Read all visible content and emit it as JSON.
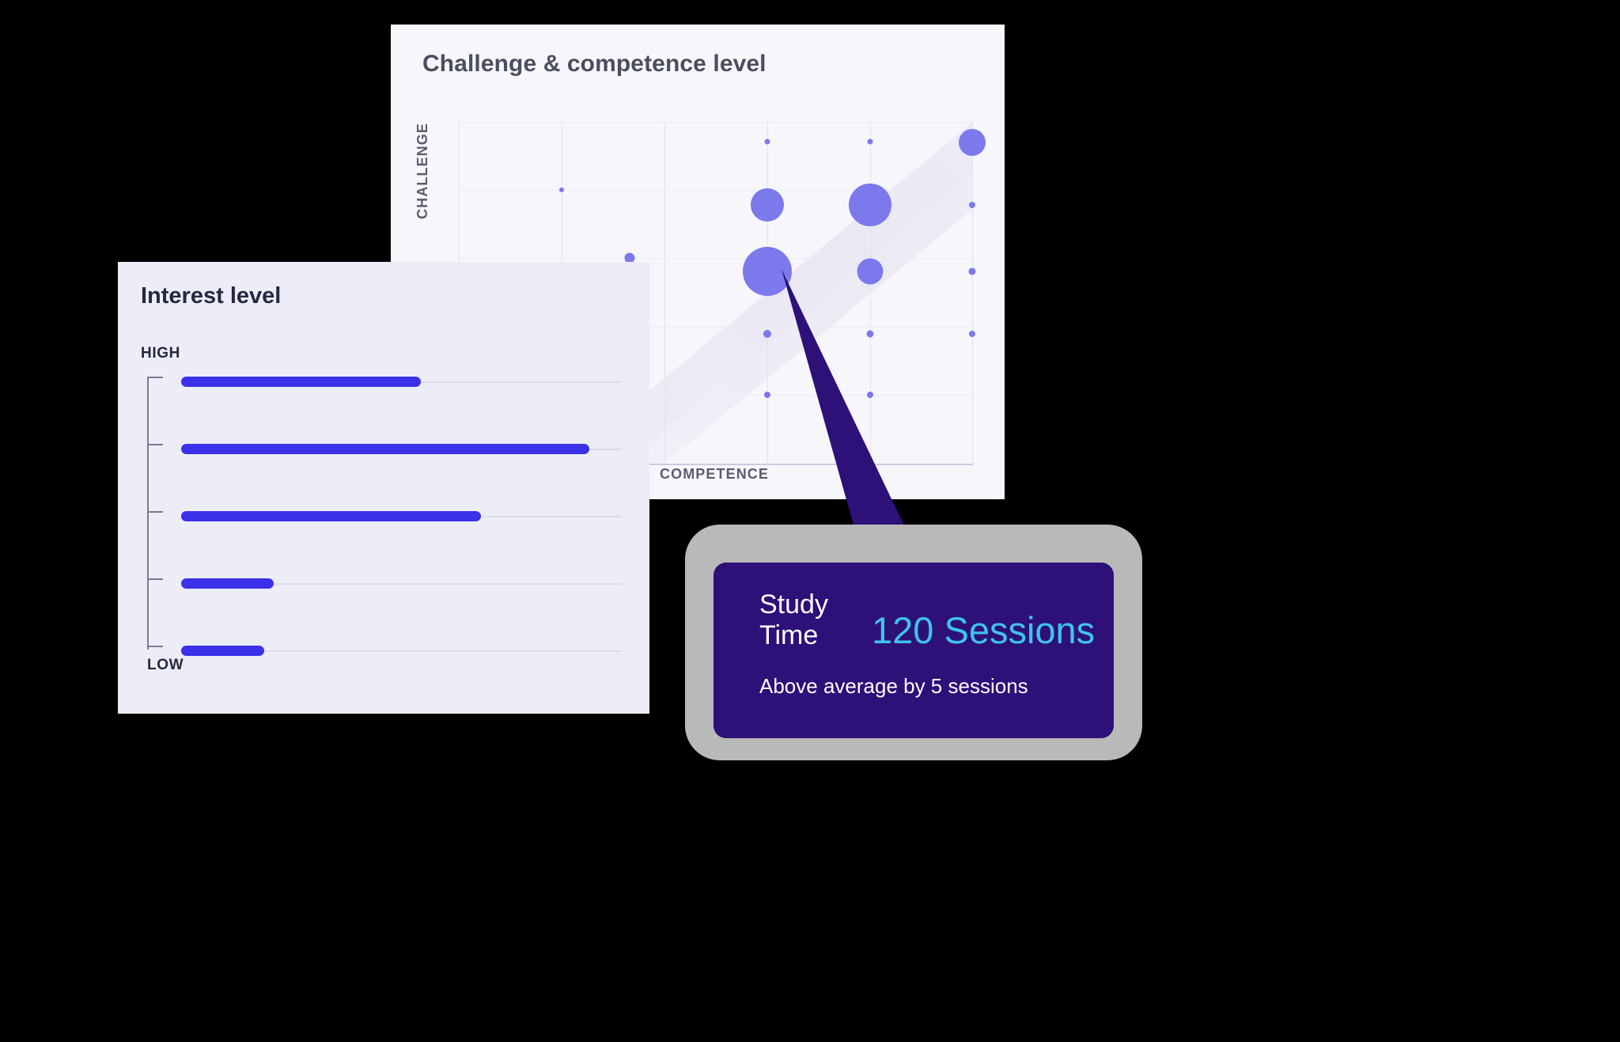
{
  "colors": {
    "bubble_fill": "#7b79ec",
    "bar_fill": "#3b31e8",
    "tooltip_bg": "#2d1078",
    "tooltip_accent": "#3fc3ee",
    "card_bg_bubble": "#f6f6fb",
    "card_bg_interest": "#ededf7",
    "pointer_fill": "#2d1078"
  },
  "bubble_card": {
    "title": "Challenge & competence level",
    "y_axis_label": "CHALLENGE",
    "y_axis_label_visible": "NGE",
    "x_axis_label": "COMPETENCE"
  },
  "interest_card": {
    "title": "Interest level",
    "high_label": "HIGH",
    "low_label": "LOW"
  },
  "tooltip": {
    "label_line1": "Study",
    "label_line2": "Time",
    "value": "120 Sessions",
    "subtitle": "Above average by 5 sessions"
  },
  "chart_data": [
    {
      "type": "scatter",
      "name": "challenge-competence-bubble",
      "title": "Challenge & competence level",
      "xlabel": "COMPETENCE",
      "ylabel": "CHALLENGE",
      "grid": true,
      "legend": false,
      "xlim": [
        0,
        5
      ],
      "ylim": [
        0,
        5
      ],
      "x_ticks": [
        "",
        "",
        "",
        "",
        ""
      ],
      "y_ticks": [
        "",
        "",
        "",
        "",
        ""
      ],
      "annotation": "Diagonal flow band from low-low to high-high",
      "points": [
        {
          "x": 1.0,
          "y": 3.0,
          "size": 6
        },
        {
          "x": 1.6,
          "y": 2.0,
          "size": 13
        },
        {
          "x": 1.6,
          "y": 1.0,
          "size": 13
        },
        {
          "x": 2.6,
          "y": 4.0,
          "size": 7
        },
        {
          "x": 2.6,
          "y": 3.0,
          "size": 42
        },
        {
          "x": 2.6,
          "y": 2.0,
          "size": 62
        },
        {
          "x": 2.6,
          "y": 1.0,
          "size": 10
        },
        {
          "x": 2.6,
          "y": 0.3,
          "size": 8
        },
        {
          "x": 3.6,
          "y": 4.0,
          "size": 7
        },
        {
          "x": 3.6,
          "y": 3.0,
          "size": 54
        },
        {
          "x": 3.6,
          "y": 2.0,
          "size": 33
        },
        {
          "x": 3.6,
          "y": 1.0,
          "size": 9
        },
        {
          "x": 3.6,
          "y": 0.3,
          "size": 8
        },
        {
          "x": 4.6,
          "y": 4.45,
          "size": 28
        },
        {
          "x": 4.6,
          "y": 3.0,
          "size": 7
        },
        {
          "x": 4.6,
          "y": 2.0,
          "size": 8
        },
        {
          "x": 4.6,
          "y": 1.0,
          "size": 8
        }
      ]
    },
    {
      "type": "bar",
      "name": "interest-level-bars",
      "title": "Interest level",
      "orientation": "horizontal",
      "xlabel": "",
      "ylabel": "",
      "ylim_labels": [
        "HIGH",
        "LOW"
      ],
      "grid": false,
      "legend": false,
      "max_value": 100,
      "categories": [
        "1",
        "2",
        "3",
        "4",
        "5"
      ],
      "values": [
        55,
        92,
        69,
        21,
        19
      ]
    }
  ]
}
